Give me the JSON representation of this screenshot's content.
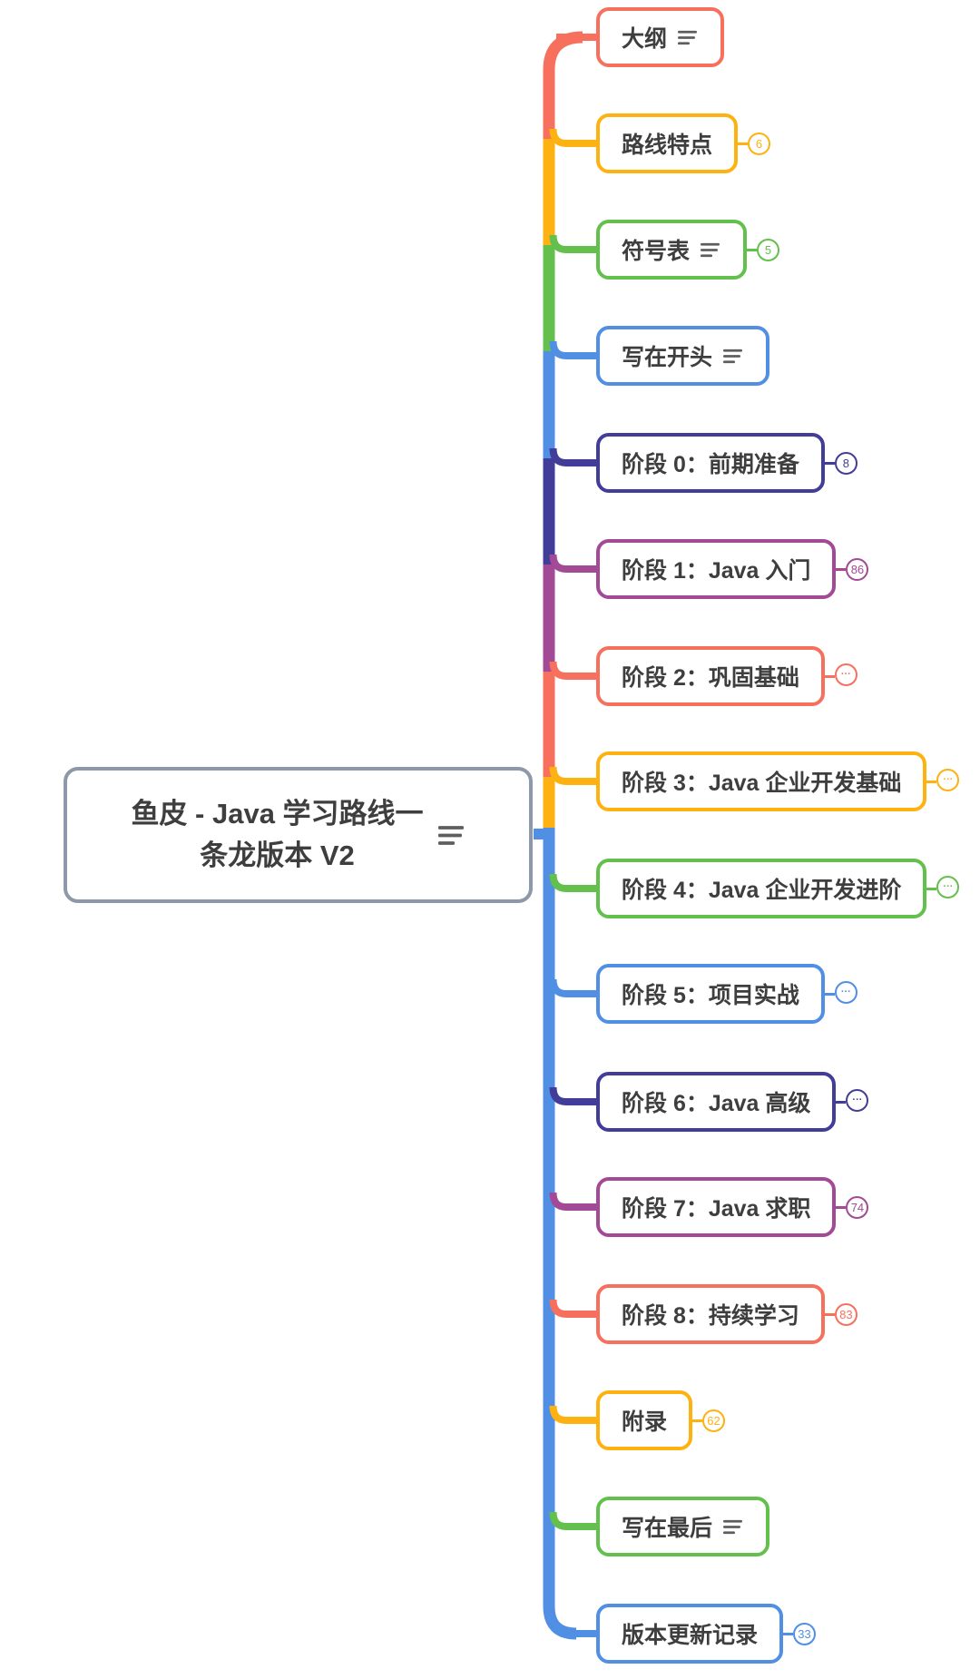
{
  "palette": {
    "red": "#f7705e",
    "yellow": "#feb211",
    "green": "#64c04c",
    "blue": "#508fe4",
    "indigo": "#423d99",
    "purple": "#a34a97",
    "root_gray": "#8d99aa",
    "text": "#3e3e3e",
    "icon_gray": "#5e5e5e"
  },
  "root": {
    "label": "鱼皮 - Java 学习路线一条龙版本 V2",
    "lines": [
      "鱼皮 - Java 学习路线一",
      "条龙版本 V2"
    ],
    "has_note": true
  },
  "nodes": [
    {
      "label": "大纲",
      "color": "red",
      "has_note": true,
      "badge": null
    },
    {
      "label": "路线特点",
      "color": "yellow",
      "has_note": false,
      "badge": "6"
    },
    {
      "label": "符号表",
      "color": "green",
      "has_note": true,
      "badge": "5"
    },
    {
      "label": "写在开头",
      "color": "blue",
      "has_note": true,
      "badge": null
    },
    {
      "label": "阶段 0：前期准备",
      "color": "indigo",
      "has_note": false,
      "badge": "8"
    },
    {
      "label": "阶段 1：Java 入门",
      "color": "purple",
      "has_note": false,
      "badge": "86"
    },
    {
      "label": "阶段 2：巩固基础",
      "color": "red",
      "has_note": false,
      "badge": "···"
    },
    {
      "label": "阶段 3：Java 企业开发基础",
      "color": "yellow",
      "has_note": false,
      "badge": "···"
    },
    {
      "label": "阶段 4：Java 企业开发进阶",
      "color": "green",
      "has_note": false,
      "badge": "···"
    },
    {
      "label": "阶段 5：项目实战",
      "color": "blue",
      "has_note": false,
      "badge": "···"
    },
    {
      "label": "阶段 6：Java 高级",
      "color": "indigo",
      "has_note": false,
      "badge": "···"
    },
    {
      "label": "阶段 7：Java 求职",
      "color": "purple",
      "has_note": false,
      "badge": "74"
    },
    {
      "label": "阶段 8：持续学习",
      "color": "red",
      "has_note": false,
      "badge": "83"
    },
    {
      "label": "附录",
      "color": "yellow",
      "has_note": false,
      "badge": "62"
    },
    {
      "label": "写在最后",
      "color": "green",
      "has_note": true,
      "badge": null
    },
    {
      "label": "版本更新记录",
      "color": "blue",
      "has_note": false,
      "badge": "33"
    }
  ]
}
